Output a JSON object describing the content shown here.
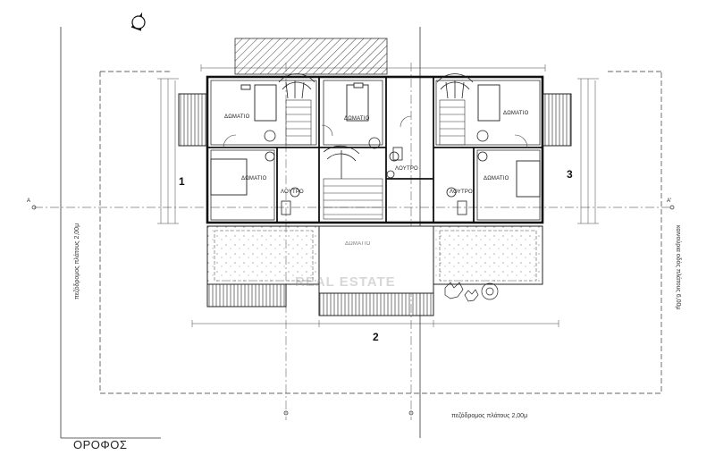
{
  "plan": {
    "floor_title": "ΟΡΟΦΟΣ",
    "rooms": {
      "bedroom": "ΔΩΜΑΤΙΟ",
      "bathroom": "ΛΟΥΤΡΟ"
    },
    "units": [
      "1",
      "2",
      "3"
    ],
    "streets": {
      "left": "πεζόδρομος πλάτους 2,00μ",
      "right": "καινούρια οδός πλάτους 6,00μ",
      "bottom": "πεζόδρομος πλάτους 2,00μ"
    },
    "section_markers": {
      "left": "A",
      "right": "A'"
    },
    "north_symbol": "n",
    "watermark": "REAL ESTATE"
  }
}
